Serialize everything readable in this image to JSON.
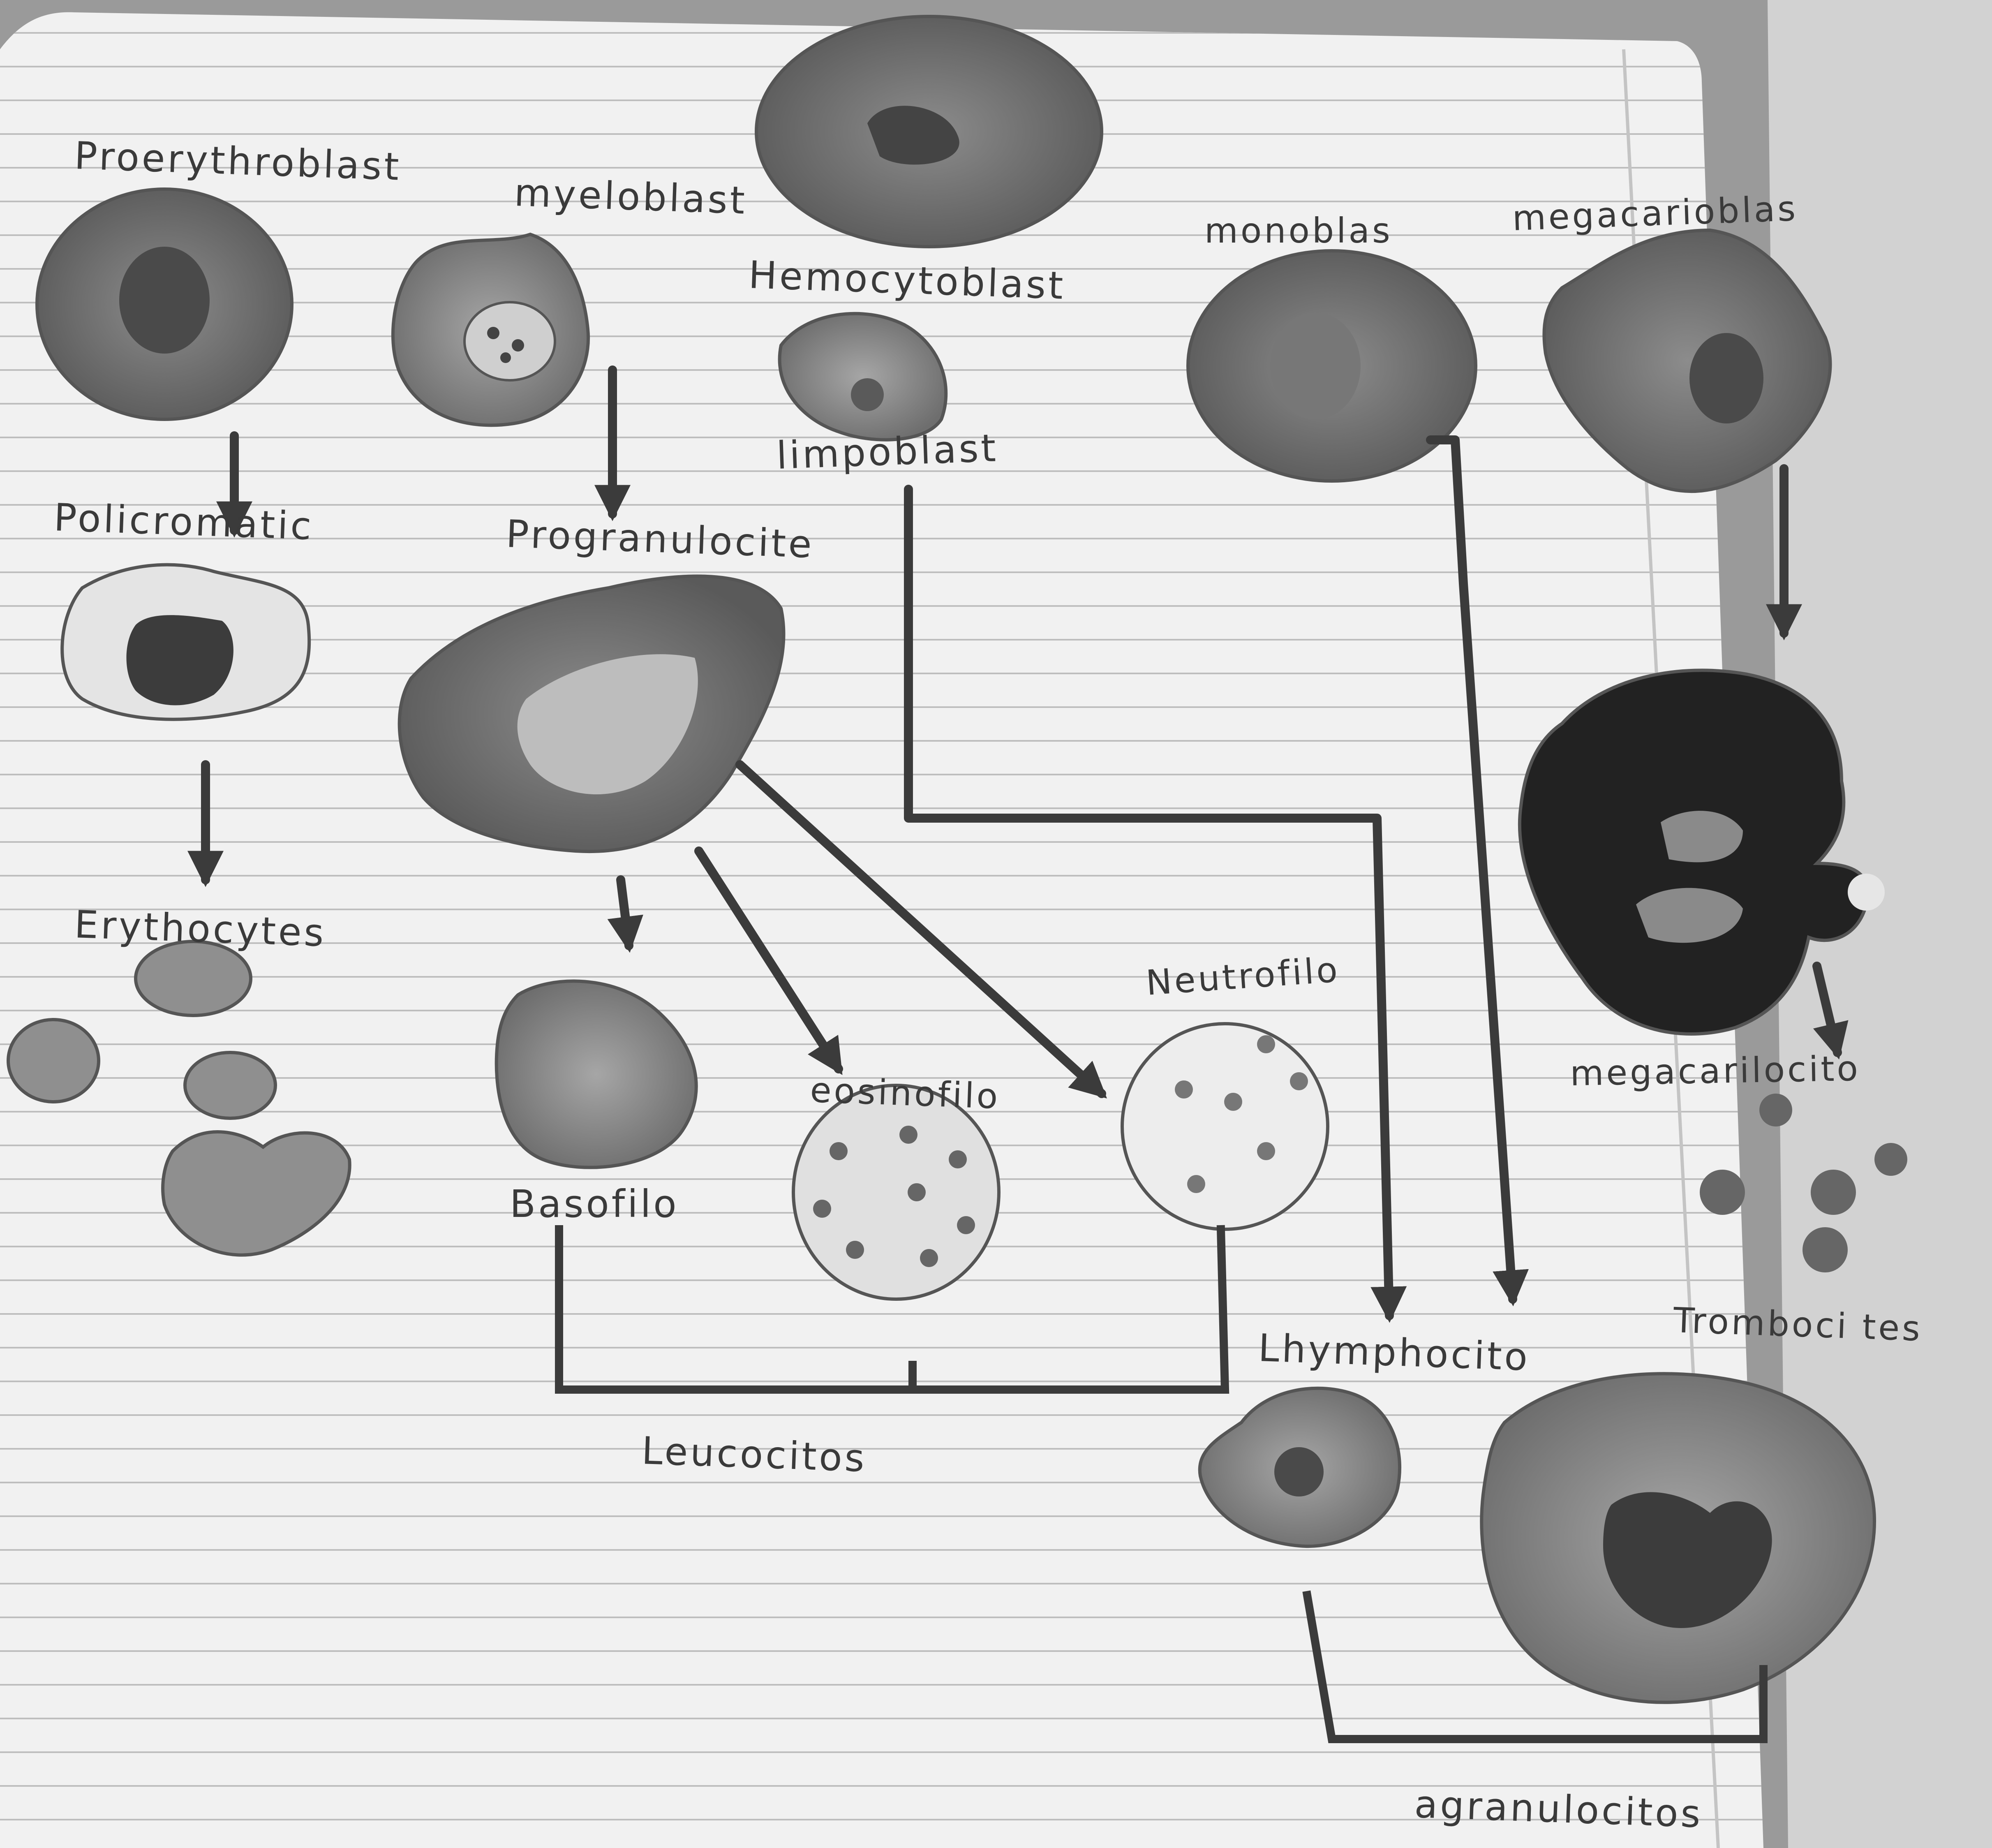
{
  "cells": {
    "hemocytoblast": "Hemocytoblast",
    "proerythroblast": "Proerythroblast",
    "myeloblast": "myeloblast",
    "monoblast": "monoblas",
    "megakaryoblast": "megacarioblas",
    "lymphoblast": "limpoblast",
    "polychromatic": "Policromatic",
    "progranulocyte": "Progranulocite",
    "erythrocytes": "Erythocytes",
    "neutrophil": "Neutrofilo",
    "eosinophil": "eosinofilo",
    "basophil": "Basofilo",
    "megakaryocyte": "megacarilocito",
    "thrombocytes": "Tromboci tes",
    "lymphocyte": "Lhymphocito"
  },
  "groups": {
    "leukocytes": "Leucocitos",
    "agranulocytes": "agranulocitos"
  },
  "colors": {
    "paper": "#f2f2f2",
    "ruling": "#b8b8b8",
    "ink": "#3b3b3b",
    "cell_dark": "#5f5f5f",
    "cell_mid": "#8a8a8a",
    "cell_light": "#d9d9d9",
    "nucleus": "#3c3c3c"
  }
}
